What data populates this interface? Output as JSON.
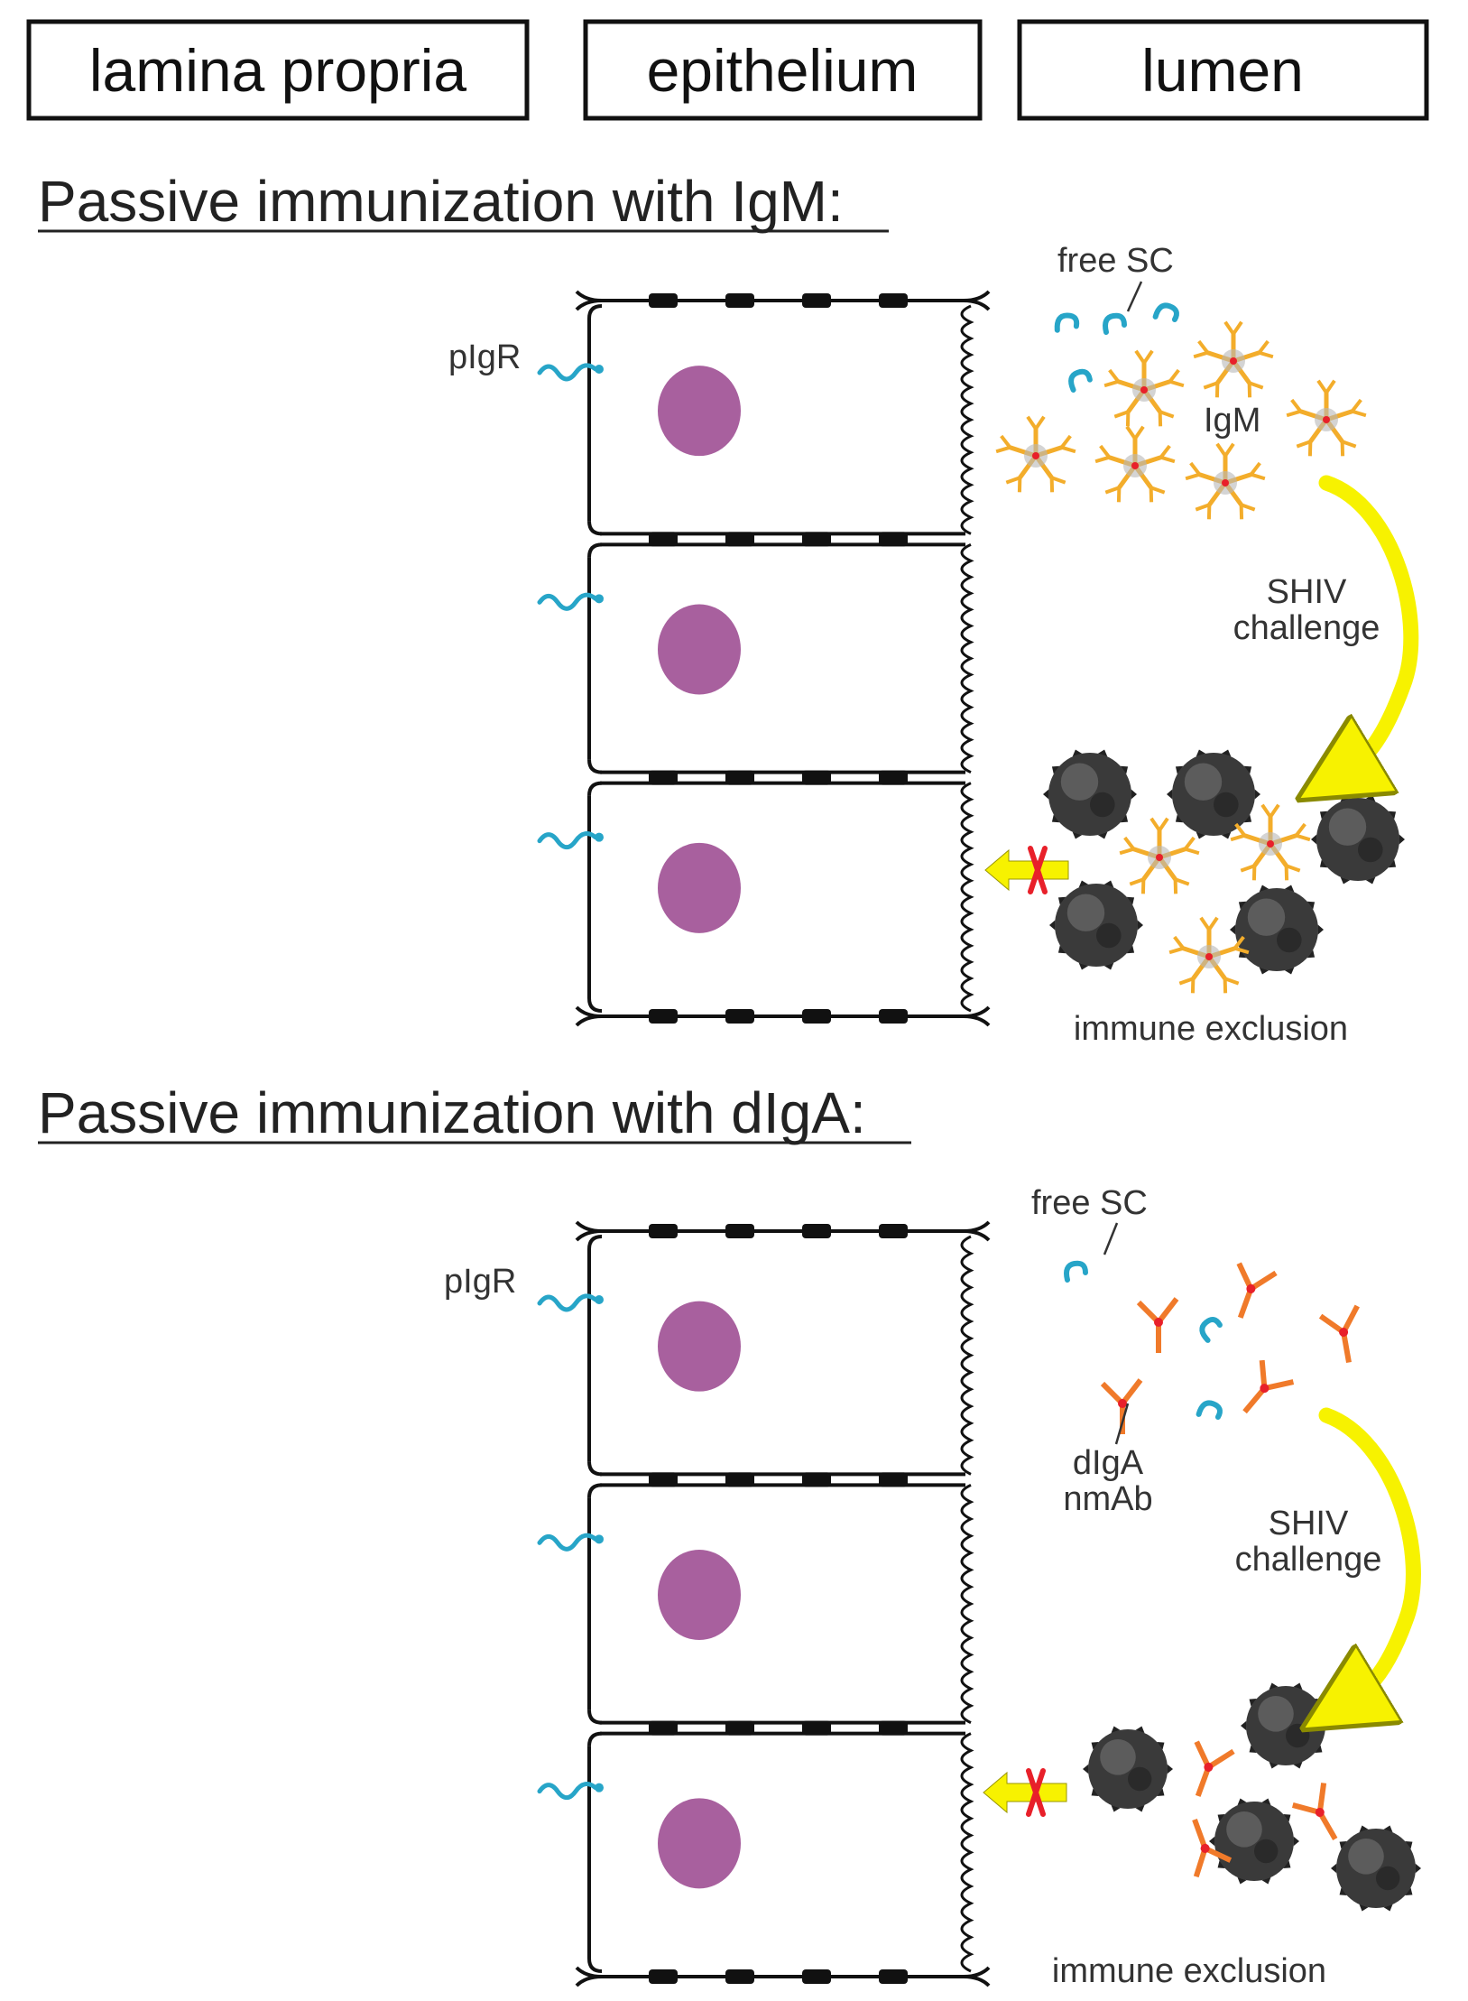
{
  "headers": {
    "lamina_propria": "lamina propria",
    "epithelium": "epithelium",
    "lumen": "lumen"
  },
  "panel_igm": {
    "title": "Passive immunization  with IgM:",
    "free_sc": "free SC",
    "pigr": "pIgR",
    "antibody": "IgM",
    "challenge_line1": "SHIV",
    "challenge_line2": "challenge",
    "outcome": "immune exclusion"
  },
  "panel_diga": {
    "title": "Passive immunization  with dIgA:",
    "free_sc": "free SC",
    "pigr": "pIgR",
    "antibody_line1": "dIgA",
    "antibody_line2": "nmAb",
    "challenge_line1": "SHIV",
    "challenge_line2": "challenge",
    "outcome": "immune exclusion"
  },
  "colors": {
    "nucleus": "#a8609e",
    "sc": "#27a5c8",
    "igm": "#f3ad2b",
    "diga": "#f07a2a",
    "virus": "#3a3a3a",
    "arrow": "#f7f200",
    "block": "#e8202a"
  }
}
